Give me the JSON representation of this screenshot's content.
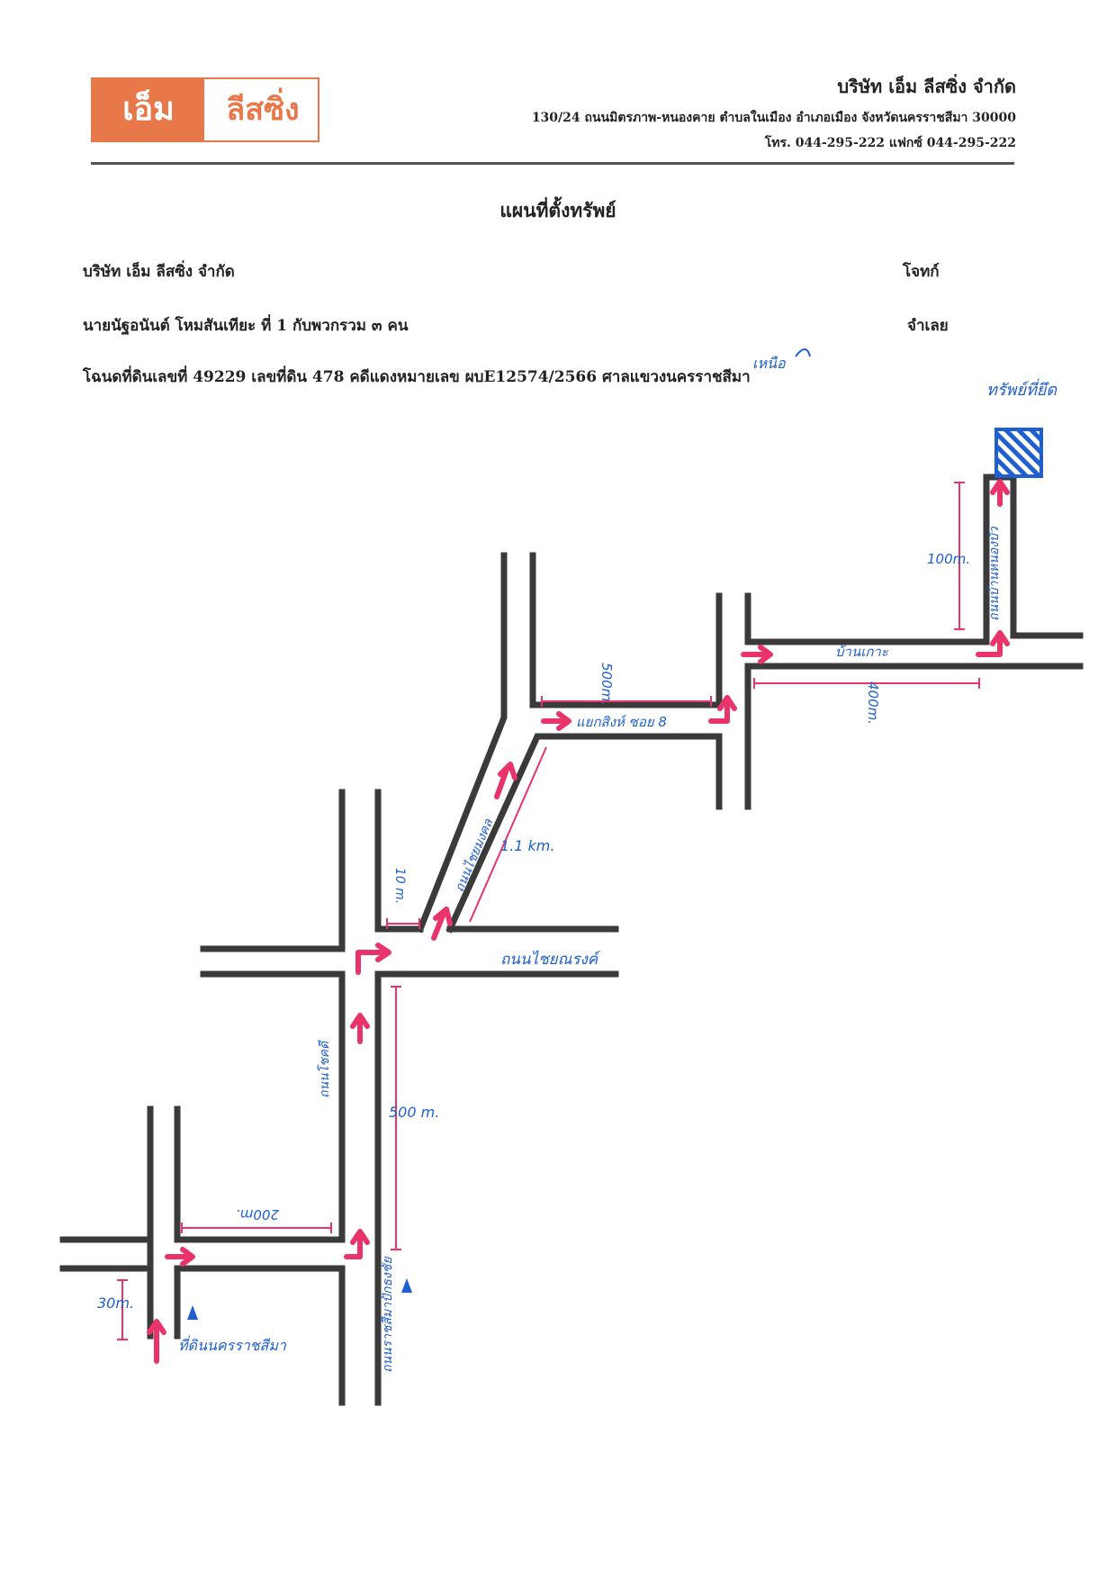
{
  "header": {
    "logo": {
      "part1": "เอ็ม",
      "part2": "ลีสซิ่ง",
      "color": "#e8774a"
    },
    "company_name": "บริษัท เอ็ม ลีสซิ่ง จำกัด",
    "address": "130/24 ถนนมิตรภาพ-หนองคาย ตำบลในเมือง อำเภอเมือง จังหวัดนครราชสีมา 30000",
    "phone": "โทร. 044-295-222   แฟกซ์ 044-295-222"
  },
  "title": "แผนที่ตั้งทรัพย์",
  "info": {
    "plaintiff": "บริษัท เอ็ม ลีสซิ่ง จำกัด",
    "plaintiff_role": "โจทก์",
    "defendant": "นายนัฐอนันต์ โหมสันเทียะ ที่ 1 กับพวกรวม ๓ คน",
    "defendant_role": "จำเลย",
    "deed": "โฉนดที่ดินเลขที่ 49229 เลขที่ดิน 478 คดีแดงหมายเลข ผบE12574/2566 ศาลแขวงนครราชสีมา",
    "north": "เหนือ",
    "property_label": "ทรัพย์ที่ยึด"
  },
  "map": {
    "colors": {
      "road": "#3a3a3a",
      "arrow": "#e8336b",
      "annotation": "#1f5fd0"
    },
    "start_label": "ที่ดินนครราชสีมา",
    "roads": {
      "landmark_road": "ถนนราชสีมาปักธงชัย",
      "cross_road": "ถนนไชยณรงค์",
      "road_2": "ถนนโชคดี",
      "diagonal_road": "ถนนไชยมงคล",
      "soi": "แยกสิงห์ ซอย 8",
      "top_road": "บ้านเกาะ",
      "last_road": "ถนนบ้านหนองบัว"
    },
    "distances": {
      "d30": "30m.",
      "d200": "200m.",
      "d500": "500 m.",
      "d10": "10 m.",
      "d1_1": "1.1 km.",
      "d500b": "500m.",
      "d400": "400m.",
      "d100": "100m."
    }
  }
}
